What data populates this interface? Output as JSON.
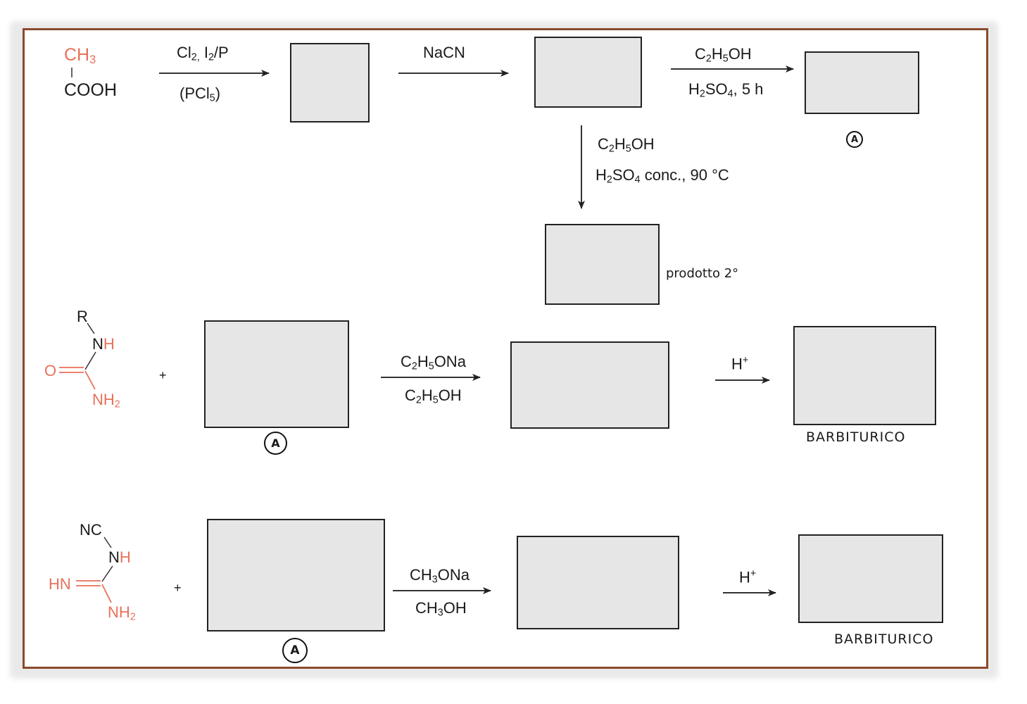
{
  "scheme": {
    "start": {
      "ch3": "CH",
      "ch3_sub": "3",
      "cooh": "COOH"
    },
    "step1": {
      "top": "Cl",
      "top_sub": "2,",
      "top2": " I",
      "top2_sub": "2",
      "top3": "/P",
      "bottom": "(PCl",
      "bottom_sub": "5",
      "bottom_end": ")"
    },
    "step2": {
      "reagent": "NaCN"
    },
    "step3": {
      "top_a": "C",
      "top_sub1": "2",
      "top_b": "H",
      "top_sub2": "5",
      "top_c": "OH",
      "bottom_a": "H",
      "bottom_sub1": "2",
      "bottom_b": "SO",
      "bottom_sub2": "4",
      "bottom_c": ", 5 h"
    },
    "step4": {
      "top_a": "C",
      "top_sub1": "2",
      "top_b": "H",
      "top_sub2": "5",
      "top_c": "OH",
      "bottom_a": "H",
      "bottom_sub1": "2",
      "bottom_b": "SO",
      "bottom_sub2": "4",
      "bottom_c": " conc., 90 °C"
    },
    "label_A": "A",
    "side_product_note": "prodotto 2°"
  },
  "urea_reaction": {
    "r": "R",
    "nh": "N",
    "nh_h": "H",
    "o": "O",
    "nh2": "NH",
    "nh2_sub": "2",
    "plus": "+",
    "reagent_top_a": "C",
    "reagent_top_sub1": "2",
    "reagent_top_b": "H",
    "reagent_top_sub2": "5",
    "reagent_top_c": "ONa",
    "reagent_bottom_a": "C",
    "reagent_bottom_sub1": "2",
    "reagent_bottom_b": "H",
    "reagent_bottom_sub2": "5",
    "reagent_bottom_c": "OH",
    "acid": "H",
    "acid_sup": "+",
    "label_A": "A",
    "product_note": "BARBITURICO"
  },
  "cyanoguanidine_reaction": {
    "nc": "NC",
    "nh": "N",
    "nh_h": "H",
    "hn": "HN",
    "nh2": "NH",
    "nh2_sub": "2",
    "plus": "+",
    "reagent_top_a": "CH",
    "reagent_top_sub": "3",
    "reagent_top_b": "ONa",
    "reagent_bottom_a": "CH",
    "reagent_bottom_sub": "3",
    "reagent_bottom_b": "OH",
    "acid": "H",
    "acid_sup": "+",
    "label_A": "A",
    "product_note": "BARBITURICO"
  },
  "colors": {
    "frame": "#8b4a2b",
    "highlight": "#e8715a",
    "box_fill": "#e6e6e6"
  }
}
